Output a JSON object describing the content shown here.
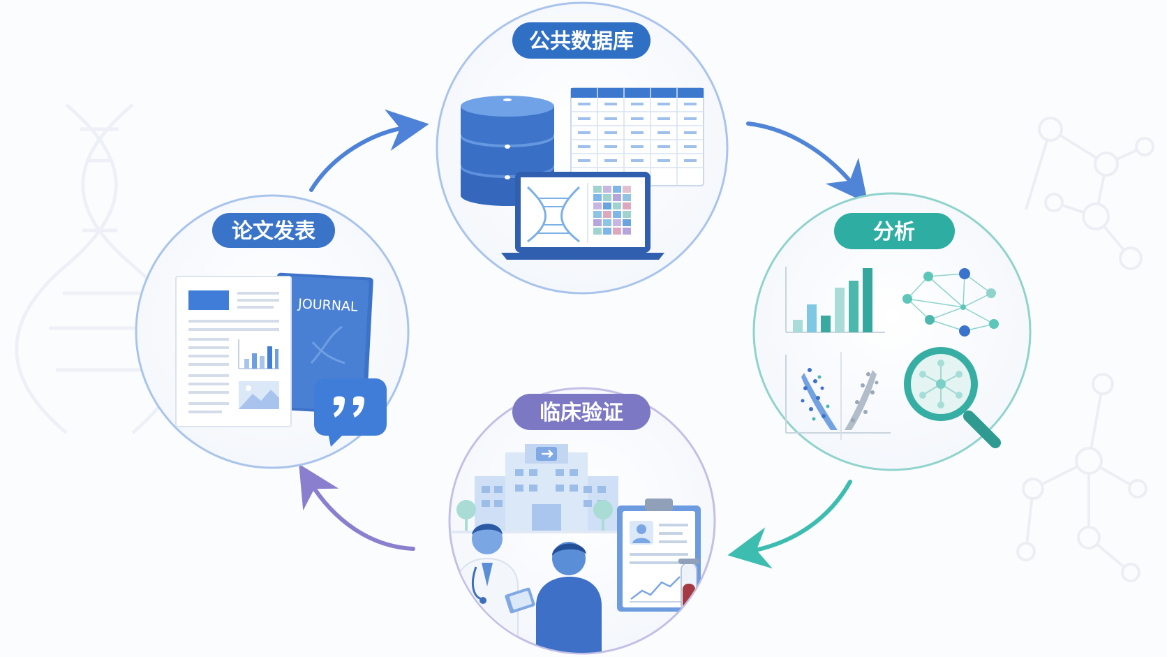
{
  "nodes": {
    "database": {
      "label": "公共数据库",
      "color": "#2f6fc4"
    },
    "analysis": {
      "label": "分析",
      "color": "#2eaea3"
    },
    "clinical": {
      "label": "临床验证",
      "color": "#7c78c4"
    },
    "publication": {
      "label": "论文发表",
      "color": "#3a74c9",
      "journal_cover_text": "JOURNAL"
    }
  },
  "colors": {
    "database_ring": "#a9c4ec",
    "analysis_ring": "#8fd3cc",
    "clinical_ring": "#c3bfe6",
    "publication_ring": "#a9c4ec",
    "arrow_db_to_analysis": "#4f84d6",
    "arrow_analysis_to_clinical": "#3dbcb0",
    "arrow_clinical_to_pub": "#8a7fce",
    "arrow_pub_to_db": "#4d82d8"
  },
  "icons": [
    "database-cylinder-icon",
    "data-table-icon",
    "laptop-icon",
    "dna-icon",
    "heatmap-icon",
    "bar-chart-icon",
    "network-graph-icon",
    "volcano-plot-icon",
    "magnifier-icon",
    "hospital-icon",
    "doctor-icon",
    "patient-icon",
    "clipboard-report-icon",
    "test-tube-icon",
    "paper-icon",
    "journal-icon",
    "quote-bubble-icon"
  ]
}
